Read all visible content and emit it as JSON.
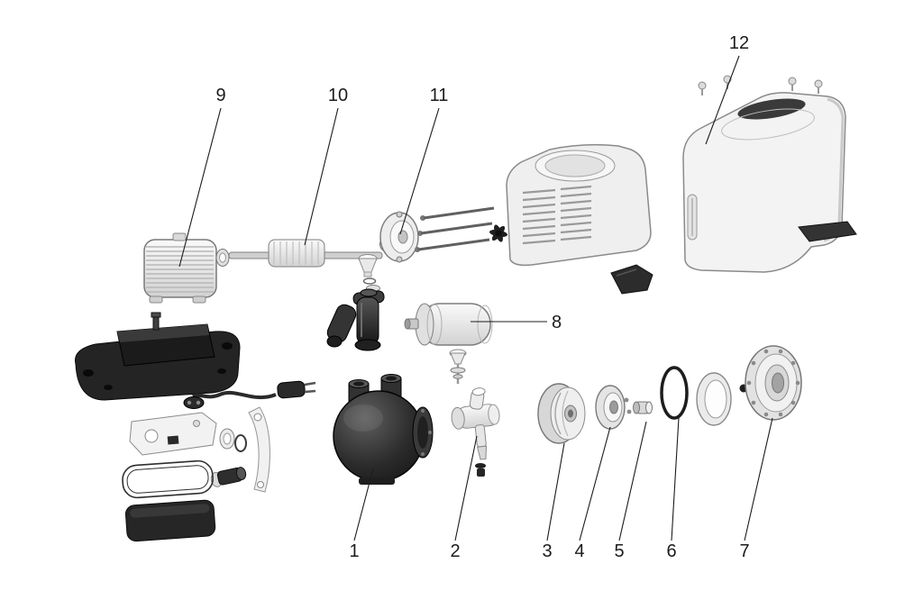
{
  "diagram": {
    "type": "exploded-parts-diagram",
    "colors": {
      "background": "#ffffff",
      "line": "#1c1c1c",
      "part_light": "#ededed",
      "part_dark": "#262626"
    },
    "callouts": [
      {
        "label": "1",
        "part": "pump-body"
      },
      {
        "label": "2",
        "part": "ejector-assembly"
      },
      {
        "label": "3",
        "part": "impeller"
      },
      {
        "label": "4",
        "part": "diffuser-plate"
      },
      {
        "label": "5",
        "part": "shaft-bushing"
      },
      {
        "label": "6",
        "part": "o-ring"
      },
      {
        "label": "7",
        "part": "pump-cover-flange"
      },
      {
        "label": "8",
        "part": "pressure-tank"
      },
      {
        "label": "9",
        "part": "motor-stator"
      },
      {
        "label": "10",
        "part": "rotor-shaft"
      },
      {
        "label": "11",
        "part": "motor-end-bracket"
      },
      {
        "label": "12",
        "part": "motor-cover"
      }
    ]
  }
}
